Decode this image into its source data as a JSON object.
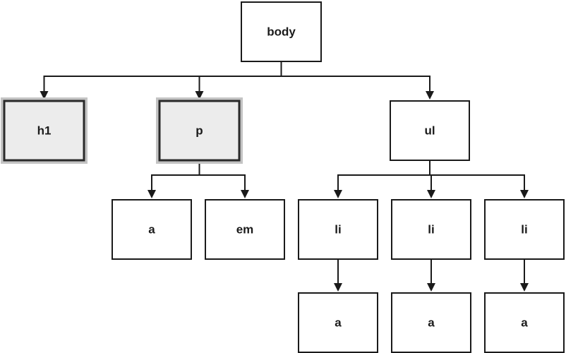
{
  "tree": {
    "nodes": [
      {
        "id": "body",
        "label": "body",
        "highlighted": false
      },
      {
        "id": "h1",
        "label": "h1",
        "highlighted": true
      },
      {
        "id": "p",
        "label": "p",
        "highlighted": true
      },
      {
        "id": "ul",
        "label": "ul",
        "highlighted": false
      },
      {
        "id": "p-a",
        "label": "a",
        "highlighted": false
      },
      {
        "id": "p-em",
        "label": "em",
        "highlighted": false
      },
      {
        "id": "li-1",
        "label": "li",
        "highlighted": false
      },
      {
        "id": "li-2",
        "label": "li",
        "highlighted": false
      },
      {
        "id": "li-3",
        "label": "li",
        "highlighted": false
      },
      {
        "id": "li-1-a",
        "label": "a",
        "highlighted": false
      },
      {
        "id": "li-2-a",
        "label": "a",
        "highlighted": false
      },
      {
        "id": "li-3-a",
        "label": "a",
        "highlighted": false
      }
    ],
    "edges": [
      {
        "from": "body",
        "to": [
          "h1",
          "p",
          "ul"
        ]
      },
      {
        "from": "p",
        "to": [
          "p-a",
          "p-em"
        ]
      },
      {
        "from": "ul",
        "to": [
          "li-1",
          "li-2",
          "li-3"
        ]
      },
      {
        "from": "li-1",
        "to": [
          "li-1-a"
        ]
      },
      {
        "from": "li-2",
        "to": [
          "li-2-a"
        ]
      },
      {
        "from": "li-3",
        "to": [
          "li-3-a"
        ]
      }
    ],
    "colors": {
      "stroke": "#1a1a1a",
      "highlight_fill": "#ececec",
      "highlight_halo": "#c4c4c4"
    }
  }
}
